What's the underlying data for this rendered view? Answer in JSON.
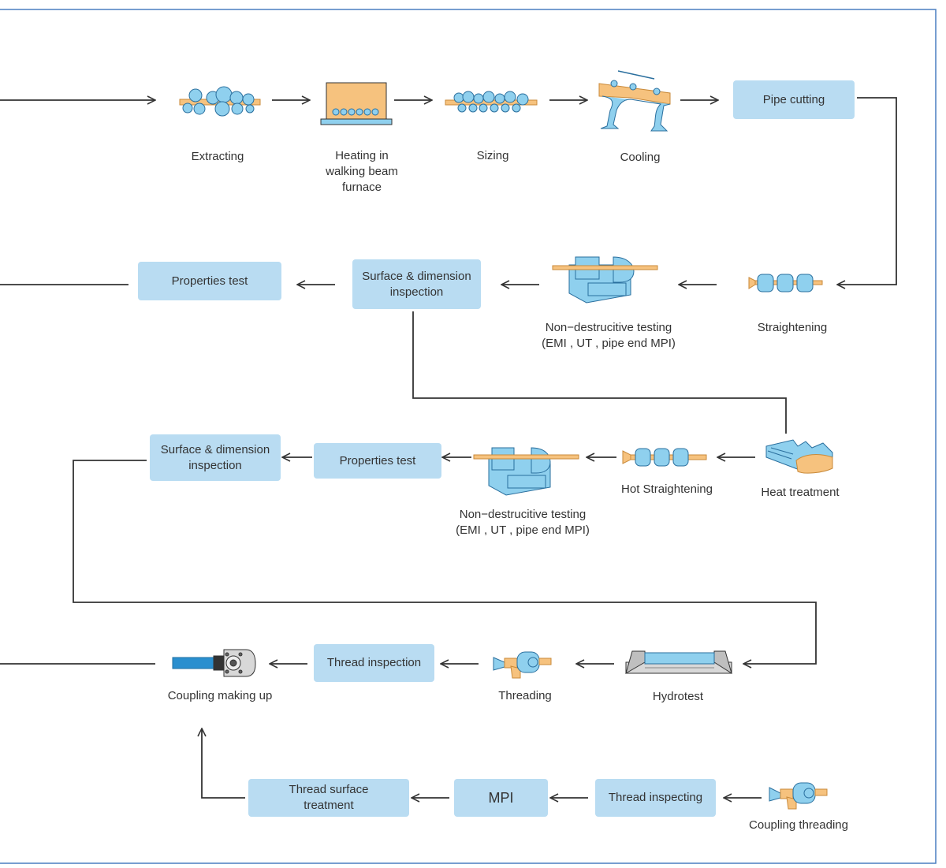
{
  "colors": {
    "box_fill": "#b9dcf2",
    "icon_blue": "#8fd0ee",
    "icon_orange": "#f6c27e",
    "line": "#333333",
    "frame_border": "#4a7fc1"
  },
  "row1": {
    "extracting": "Extracting",
    "heating": "Heating in\nwalking beam\nfurnace",
    "sizing": "Sizing",
    "cooling": "Cooling",
    "pipe_cutting": "Pipe cutting"
  },
  "row2": {
    "straightening": "Straightening",
    "ndt": "Non−destrucitive testing\n(EMI , UT , pipe end MPI)",
    "surface_inspection": "Surface & dimension\ninspection",
    "properties_test": "Properties test"
  },
  "row3": {
    "heat_treatment": "Heat treatment",
    "hot_straightening": "Hot Straightening",
    "ndt": "Non−destrucitive testing\n(EMI , UT , pipe end MPI)",
    "properties_test": "Properties test",
    "surface_inspection": "Surface & dimension\ninspection"
  },
  "row4": {
    "hydrotest": "Hydrotest",
    "threading": "Threading",
    "thread_inspection": "Thread inspection",
    "coupling_making_up": "Coupling making up"
  },
  "row5": {
    "coupling_threading": "Coupling threading",
    "thread_inspecting": "Thread inspecting",
    "mpi": "MPI",
    "thread_surface_treatment": "Thread surface\ntreatment"
  }
}
